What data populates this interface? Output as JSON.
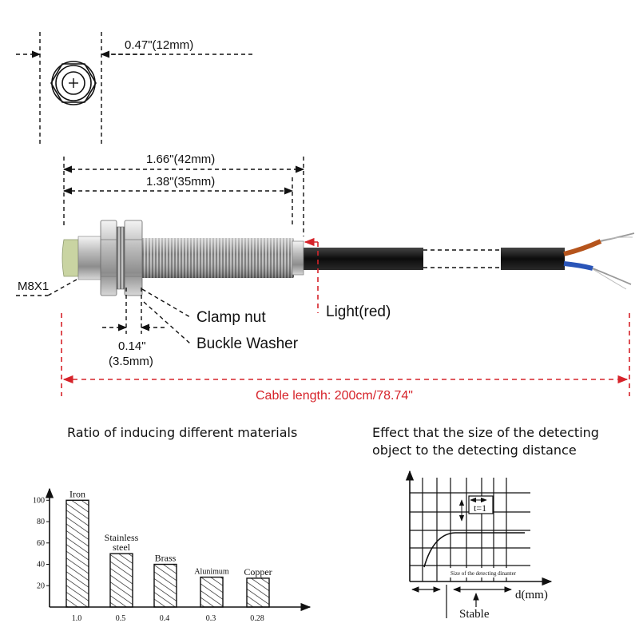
{
  "dimensions": {
    "diameter": "0.47\"(12mm)",
    "total_length": "1.66\"(42mm)",
    "thread_length": "1.38\"(35mm)",
    "thread": "M8X1",
    "washer_thickness_in": "0.14\"",
    "washer_thickness_mm": "(3.5mm)",
    "clamp_nut": "Clamp nut",
    "buckle_washer": "Buckle Washer",
    "light": "Light(red)",
    "cable_length": "Cable length: 200cm/78.74\""
  },
  "colors": {
    "accent": "#d6232a",
    "sensor_face": "#c9d4a2",
    "cable": "#111111",
    "wire_red": "#b5541c",
    "wire_blue": "#2a55b8"
  },
  "materials": {
    "title": "Ratio of inducing different materials",
    "chart_data": {
      "type": "bar",
      "categories": [
        "Iron",
        "Stainless steel",
        "Brass",
        "Alunimum",
        "Copper"
      ],
      "category_lines": [
        [
          "Iron"
        ],
        [
          "Stainless",
          "steel"
        ],
        [
          "Brass"
        ],
        [
          "Alunimum"
        ],
        [
          "Copper"
        ]
      ],
      "ratio_labels": [
        "1.0",
        "0.5",
        "0.4",
        "0.3",
        "0.28"
      ],
      "values": [
        100,
        50,
        40,
        28,
        27
      ],
      "yticks": [
        "100",
        "80",
        "60",
        "40",
        "20"
      ],
      "ytick_values": [
        100,
        80,
        60,
        40,
        20
      ],
      "ylim": [
        0,
        120
      ]
    }
  },
  "size_effect": {
    "title_line1": "Effect that the size of the detecting",
    "title_line2": "object to the detecting distance",
    "inner_label": "Size of the detecting dinanter",
    "t_label": "t=1",
    "x_axis_label": "d(mm)",
    "stable_label": "Stable"
  }
}
